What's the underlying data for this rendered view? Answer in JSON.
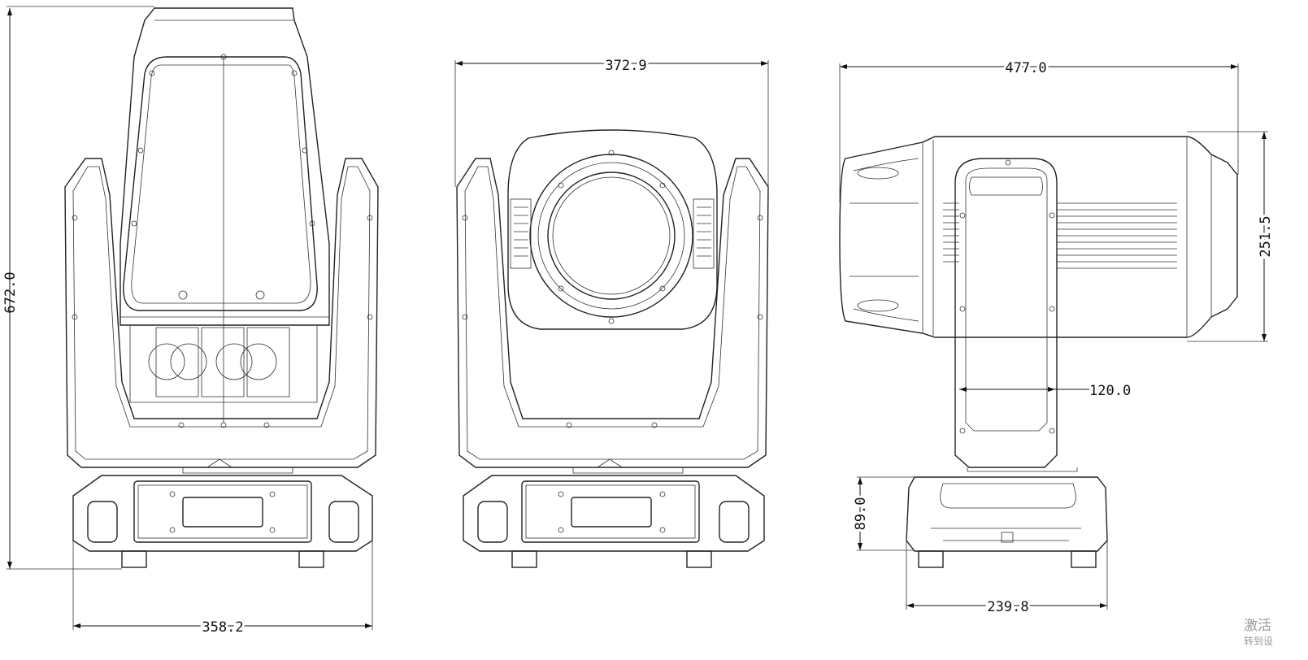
{
  "title": "Moving head light dimension drawing",
  "dimensions": {
    "front_height": "672.0",
    "front_base_width": "358.2",
    "rear_width": "372.9",
    "side_length": "477.0",
    "side_head_height": "251.5",
    "side_arm_width": "120.0",
    "side_base_height": "89.0",
    "side_base_depth": "239.8"
  },
  "watermark": {
    "line1": "激活",
    "line2": "转到设"
  }
}
